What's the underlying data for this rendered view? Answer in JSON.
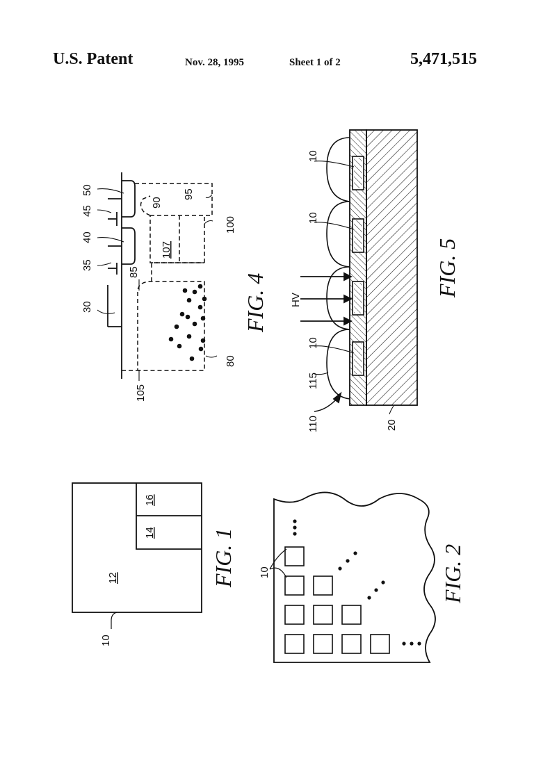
{
  "header": {
    "title": "U.S. Patent",
    "date": "Nov. 28, 1995",
    "sheet": "Sheet 1 of 2",
    "patent_number": "5,471,515"
  },
  "fig1": {
    "caption": "FIG. 1",
    "labels": {
      "chip": "10",
      "region_a": "12",
      "region_b": "14",
      "region_c": "16"
    }
  },
  "fig2": {
    "caption": "FIG. 2",
    "labels": {
      "cell": "10"
    }
  },
  "fig4": {
    "caption": "FIG. 4",
    "labels": {
      "l30": "30",
      "l35": "35",
      "l40": "40",
      "l45": "45",
      "l50": "50",
      "l80": "80",
      "l85": "85",
      "l90": "90",
      "l95": "95",
      "l100": "100",
      "l105": "105",
      "l107": "107"
    }
  },
  "fig5": {
    "caption": "FIG. 5",
    "labels": {
      "hv": "HV",
      "l10a": "10",
      "l10b": "10",
      "l10c": "10",
      "l110": "110",
      "l115": "115",
      "l20": "20"
    }
  }
}
